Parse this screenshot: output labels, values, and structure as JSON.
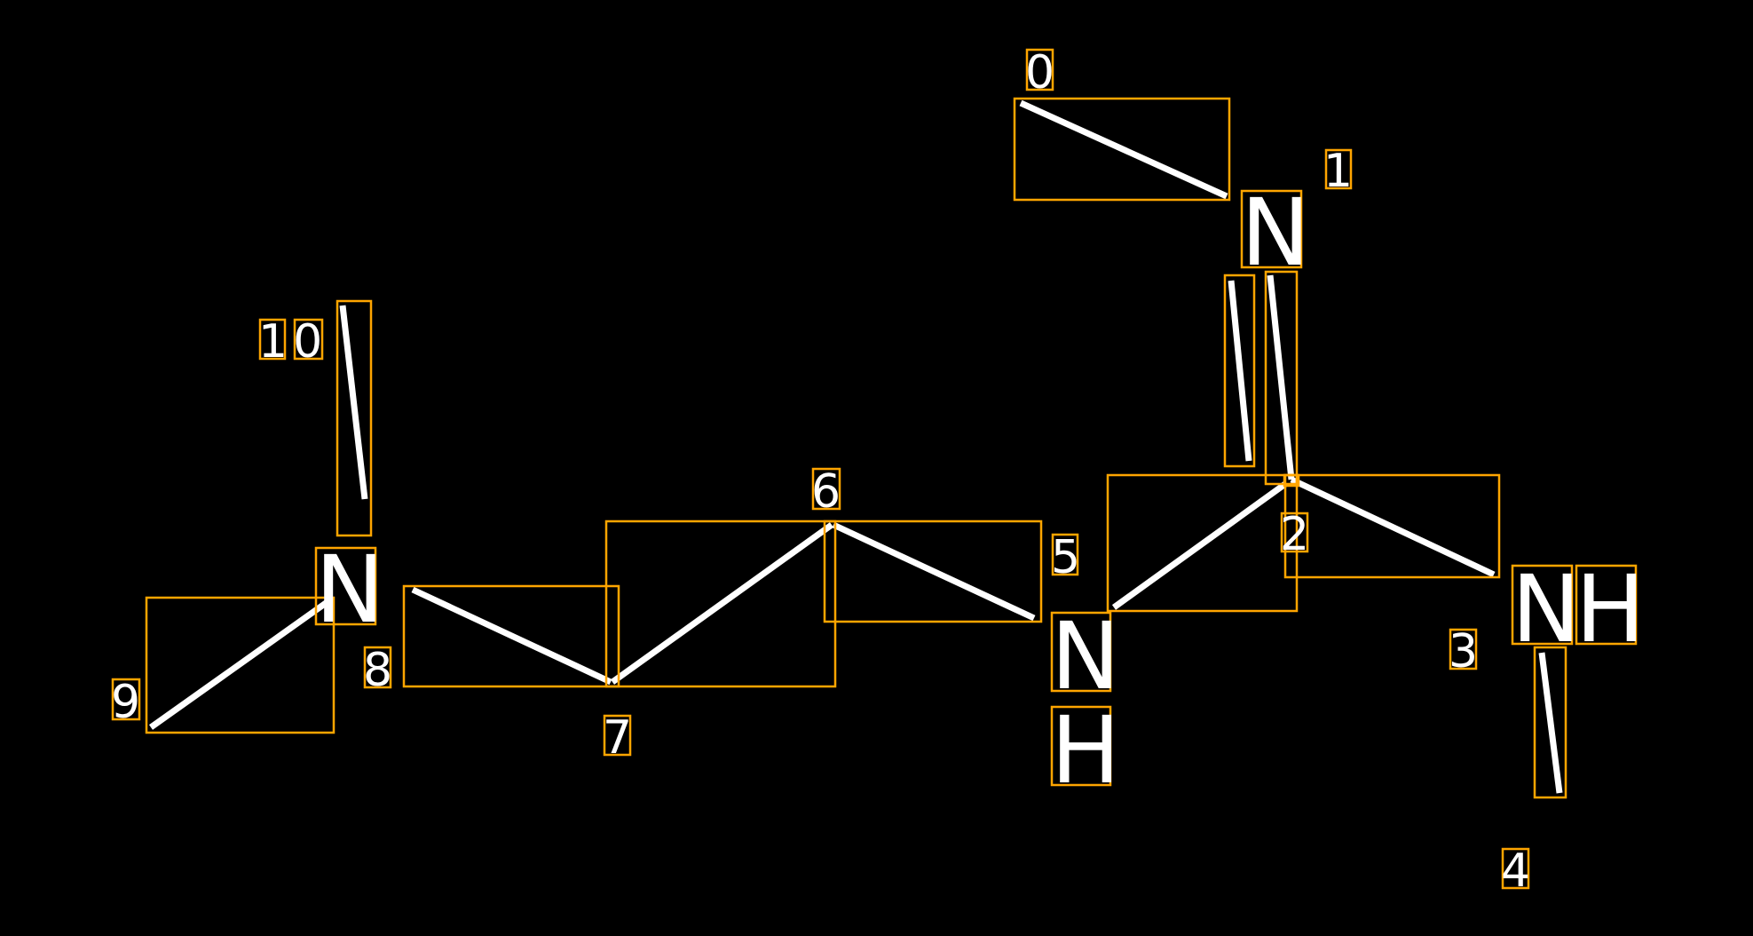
{
  "diagram": {
    "type": "molecule-annotation",
    "colors": {
      "background": "#000000",
      "bond": "#ffffff",
      "box": "#FFA500",
      "text": "#ffffff"
    },
    "atoms": {
      "n1": "N",
      "n_ring": "N",
      "n5": "N",
      "h5": "H",
      "nh3_n": "N",
      "nh3_h": "H"
    },
    "indices": [
      "0",
      "1",
      "2",
      "3",
      "4",
      "5",
      "6",
      "7",
      "8",
      "9",
      "10"
    ]
  }
}
